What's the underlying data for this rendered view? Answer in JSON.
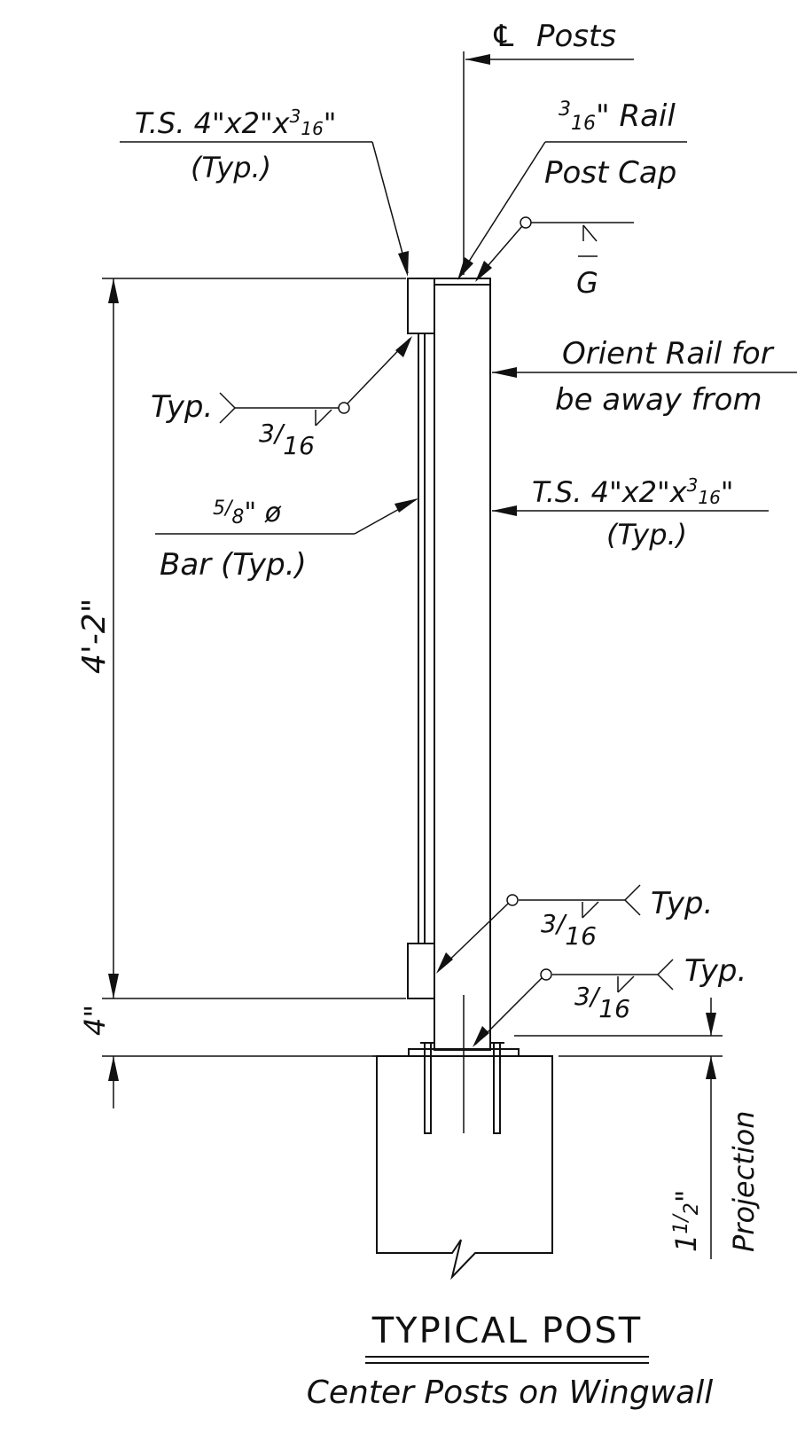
{
  "title": "TYPICAL POST",
  "subtitle": "Center Posts on Wingwall",
  "labels": {
    "cl_symbol": "℄",
    "cl_posts": "Posts",
    "ts_top_line1": "T.S. 4\"x2\"x",
    "ts_top_frac_num": "3",
    "ts_top_frac_den": "16",
    "ts_top_inch": "\"",
    "ts_top_line2": "(Typ.)",
    "rail_frac_num": "3",
    "rail_frac_den": "16",
    "rail_line1": "\" Rail",
    "rail_line2": "Post Cap",
    "weld_g": "G",
    "orient_line1": "Orient Rail for",
    "orient_line2": "be away from",
    "typ_left": "Typ.",
    "weld_left_num": "3",
    "weld_left_den": "16",
    "bar_frac_num": "5",
    "bar_frac_den": "8",
    "bar_dia": "\" ø",
    "bar_line2": "Bar (Typ.)",
    "ts_right_line1": "T.S. 4\"x2\"x",
    "ts_right_frac_num": "3",
    "ts_right_frac_den": "16",
    "ts_right_inch": "\"",
    "ts_right_line2": "(Typ.)",
    "dim_height": "4'-2\"",
    "dim_gap": "4\"",
    "typ_lower1": "Typ.",
    "weld_lower1_num": "3",
    "weld_lower1_den": "16",
    "typ_lower2": "Typ.",
    "weld_lower2_num": "3",
    "weld_lower2_den": "16",
    "proj_whole": "1",
    "proj_num": "1",
    "proj_den": "2",
    "proj_inch": "\"",
    "proj_label": "Projection"
  },
  "colors": {
    "ink": "#111111",
    "paper": "#ffffff"
  }
}
